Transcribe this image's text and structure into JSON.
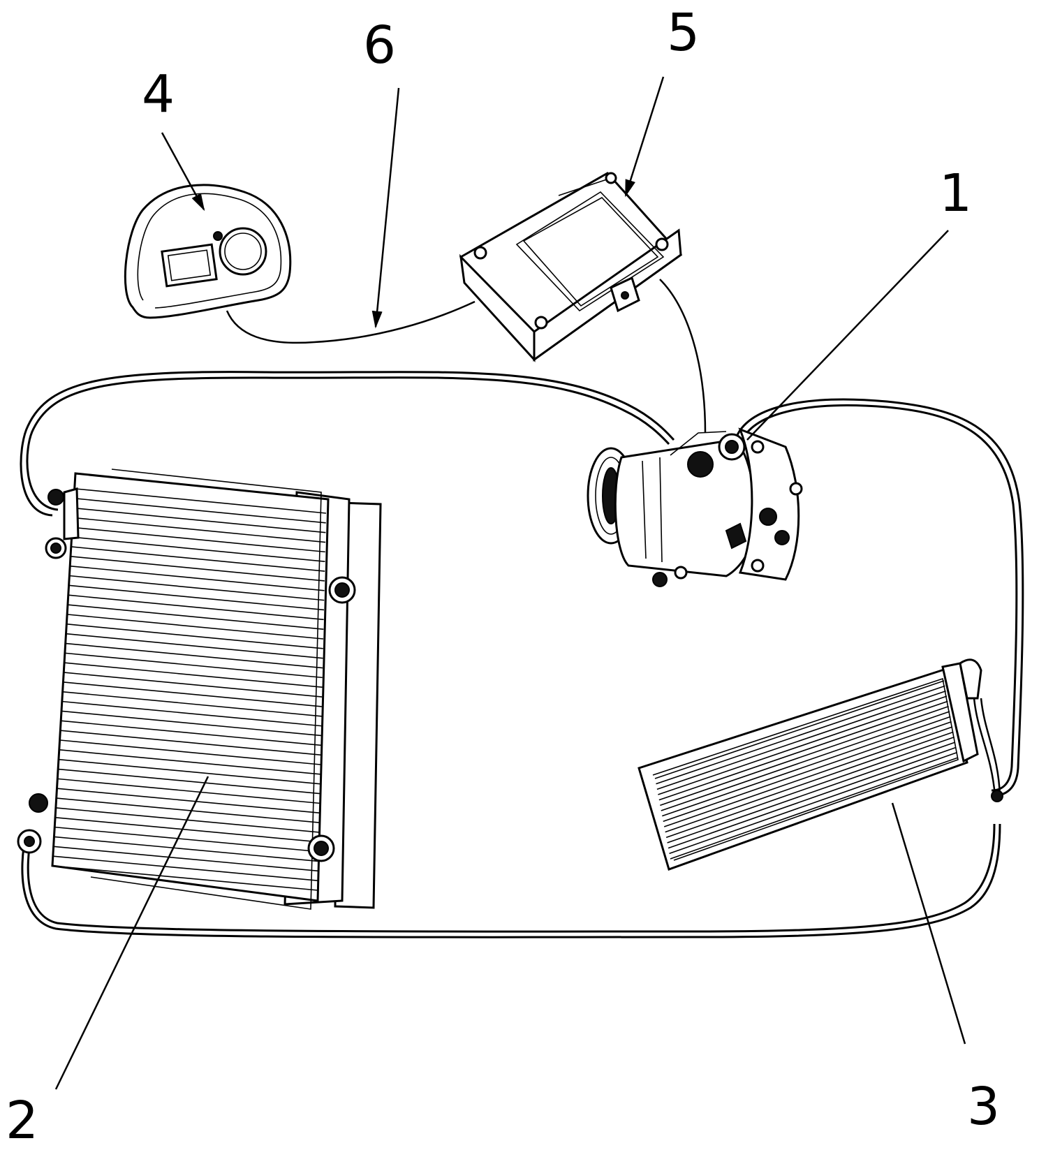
{
  "labels": {
    "compressor": "1",
    "condenser": "2",
    "evaporator": "3",
    "control_panel": "4",
    "controller_box": "5",
    "cable": "6"
  }
}
